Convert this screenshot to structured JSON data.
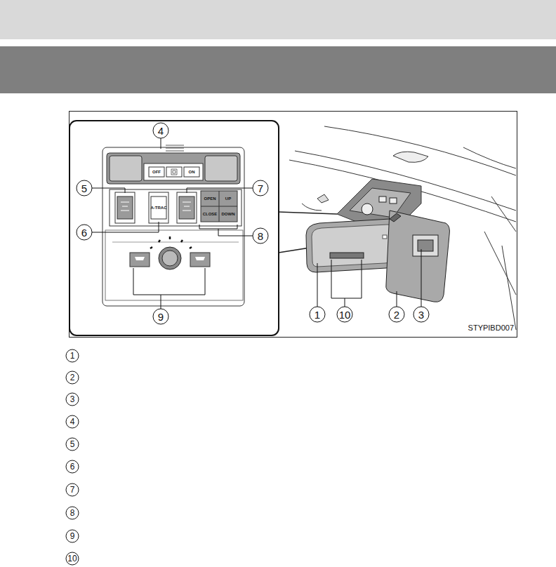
{
  "diagram": {
    "labels": [
      "4",
      "5",
      "7",
      "6",
      "8",
      "9",
      "1",
      "10",
      "2",
      "3",
      "STYPIBD007",
      "OFF",
      "ON",
      "A-TRAC",
      "OPEN",
      "UP",
      "CLOSE",
      "DOWN",
      "1",
      "2",
      "3",
      "4",
      "5",
      "6",
      "7",
      "8",
      "9",
      "10"
    ]
  }
}
